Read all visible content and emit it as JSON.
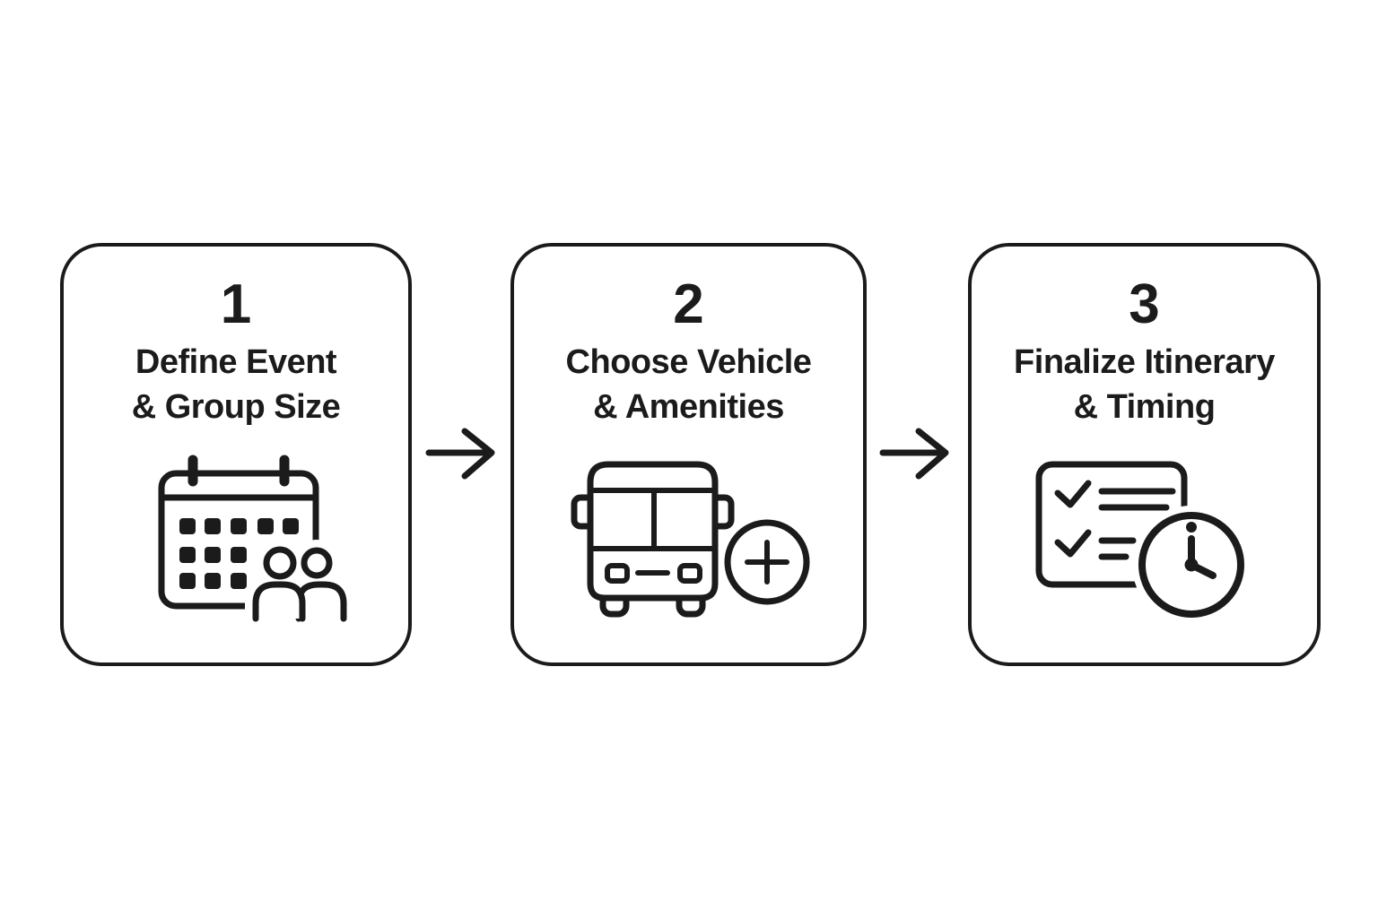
{
  "page": {
    "background_color": "#ffffff",
    "ink_color": "#1b1b1b",
    "kind": "three-step-process-diagram"
  },
  "steps": [
    {
      "number": "1",
      "title_line1": "Define Event",
      "title_line2": "& Group Size",
      "icon": "calendar-group-icon"
    },
    {
      "number": "2",
      "title_line1": "Choose Vehicle",
      "title_line2": "& Amenities",
      "icon": "bus-plus-icon"
    },
    {
      "number": "3",
      "title_line1": "Finalize Itinerary",
      "title_line2": "& Timing",
      "icon": "checklist-clock-icon"
    }
  ],
  "arrows": [
    {
      "icon": "arrow-right-icon"
    },
    {
      "icon": "arrow-right-icon"
    }
  ]
}
